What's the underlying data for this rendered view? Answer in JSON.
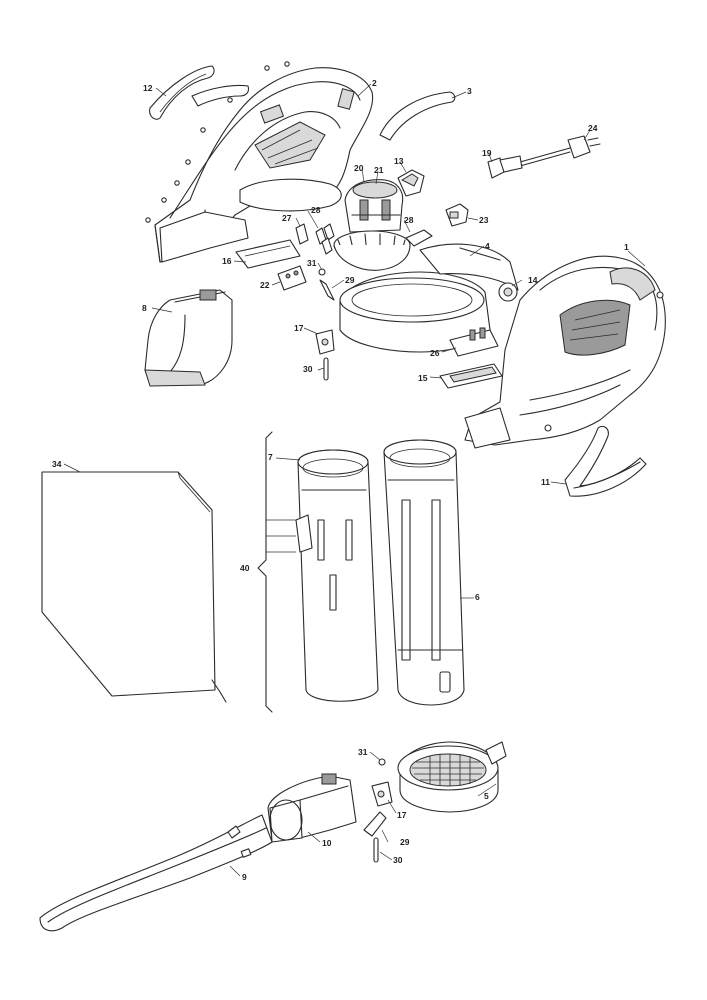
{
  "diagram": {
    "callouts": [
      {
        "id": "c1",
        "label": "1"
      },
      {
        "id": "c2",
        "label": "2"
      },
      {
        "id": "c3",
        "label": "3"
      },
      {
        "id": "c4",
        "label": "4"
      },
      {
        "id": "c5",
        "label": "5"
      },
      {
        "id": "c6",
        "label": "6"
      },
      {
        "id": "c7",
        "label": "7"
      },
      {
        "id": "c8",
        "label": "8"
      },
      {
        "id": "c9",
        "label": "9"
      },
      {
        "id": "c10",
        "label": "10"
      },
      {
        "id": "c11",
        "label": "11"
      },
      {
        "id": "c12",
        "label": "12"
      },
      {
        "id": "c13",
        "label": "13"
      },
      {
        "id": "c14",
        "label": "14"
      },
      {
        "id": "c15",
        "label": "15"
      },
      {
        "id": "c16",
        "label": "16"
      },
      {
        "id": "c17a",
        "label": "17"
      },
      {
        "id": "c17b",
        "label": "17"
      },
      {
        "id": "c19",
        "label": "19"
      },
      {
        "id": "c20",
        "label": "20"
      },
      {
        "id": "c21",
        "label": "21"
      },
      {
        "id": "c22",
        "label": "22"
      },
      {
        "id": "c23",
        "label": "23"
      },
      {
        "id": "c24",
        "label": "24"
      },
      {
        "id": "c26",
        "label": "26"
      },
      {
        "id": "c27",
        "label": "27"
      },
      {
        "id": "c28a",
        "label": "28"
      },
      {
        "id": "c28b",
        "label": "28"
      },
      {
        "id": "c29a",
        "label": "29"
      },
      {
        "id": "c29b",
        "label": "29"
      },
      {
        "id": "c30a",
        "label": "30"
      },
      {
        "id": "c30b",
        "label": "30"
      },
      {
        "id": "c31a",
        "label": "31"
      },
      {
        "id": "c31b",
        "label": "31"
      },
      {
        "id": "c34",
        "label": "34"
      },
      {
        "id": "c40",
        "label": "40"
      }
    ]
  }
}
